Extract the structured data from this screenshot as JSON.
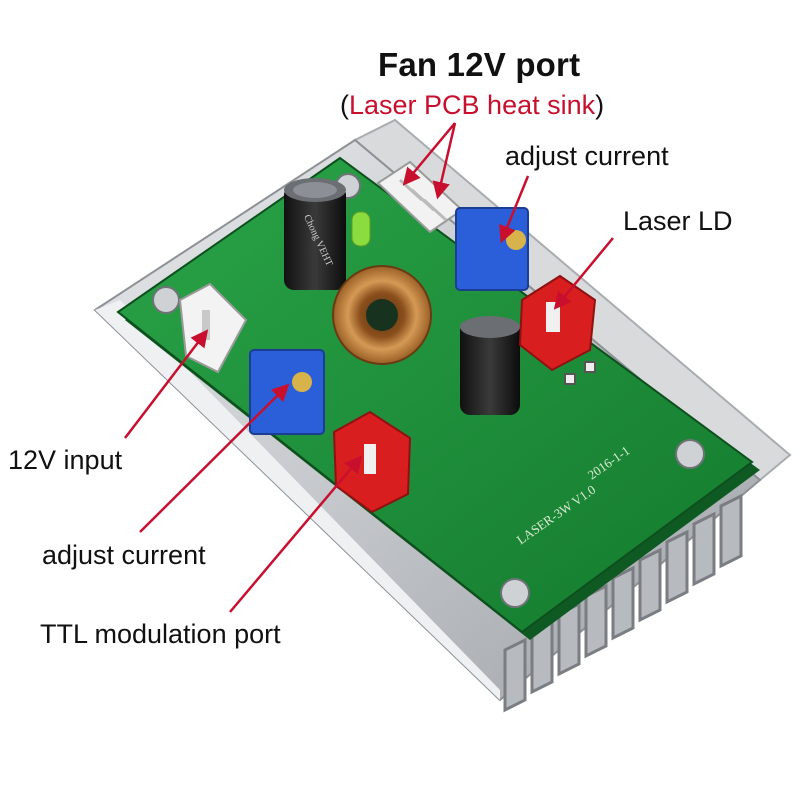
{
  "labels": {
    "title": "Fan 12V port",
    "subtitle_open": "(",
    "subtitle_red": "Laser PCB heat sink",
    "subtitle_close": ")",
    "adjust_current_top": "adjust current",
    "laser_ld": "Laser LD",
    "input_12v": "12V input",
    "adjust_current_bottom": "adjust current",
    "ttl_port": "TTL modulation port"
  },
  "board_markings": {
    "model": "LASER-3W V1.0",
    "date": "2016-1-1",
    "capacitor_brand": "Chong VEHT"
  },
  "colors": {
    "arrow": "#c8102e",
    "pcb": "#1f8f3a",
    "heatsink": "#c9ccd0",
    "connector_red": "#d81e1e",
    "pot_blue": "#2b5fd9"
  }
}
